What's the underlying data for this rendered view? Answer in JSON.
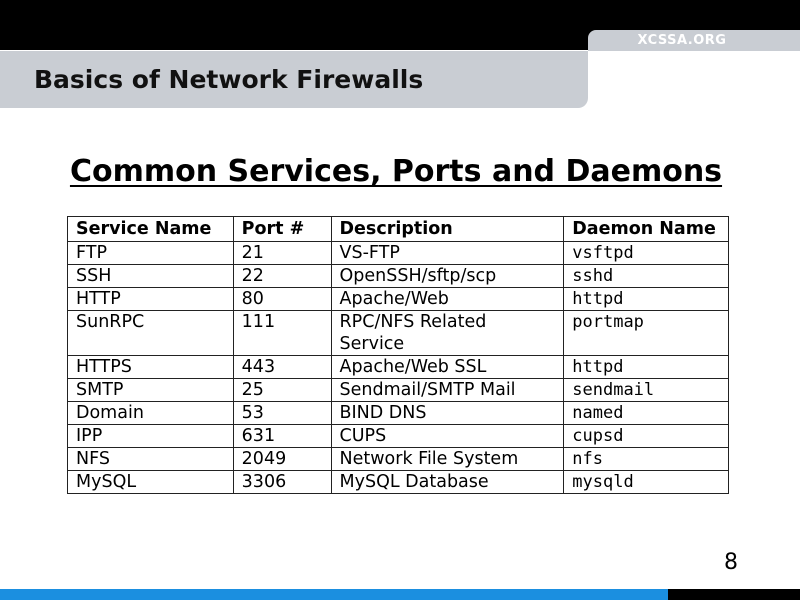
{
  "header": {
    "site_label": "XCSSA.ORG",
    "title": "Basics of Network Firewalls"
  },
  "slide": {
    "subheading": "Common Services, Ports and Daemons",
    "page_number": "8"
  },
  "table": {
    "headers": [
      "Service Name",
      "Port #",
      "Description",
      "Daemon Name"
    ],
    "rows": [
      [
        "FTP",
        "21",
        "VS-FTP",
        "vsftpd"
      ],
      [
        "SSH",
        "22",
        "OpenSSH/sftp/scp",
        "sshd"
      ],
      [
        "HTTP",
        "80",
        "Apache/Web",
        "httpd"
      ],
      [
        "SunRPC",
        "111",
        "RPC/NFS Related Service",
        "portmap"
      ],
      [
        "HTTPS",
        "443",
        "Apache/Web SSL",
        "httpd"
      ],
      [
        "SMTP",
        "25",
        "Sendmail/SMTP Mail",
        "sendmail"
      ],
      [
        "Domain",
        "53",
        "BIND DNS",
        "named"
      ],
      [
        "IPP",
        "631",
        "CUPS",
        "cupsd"
      ],
      [
        "NFS",
        "2049",
        "Network File System",
        "nfs"
      ],
      [
        "MySQL",
        "3306",
        "MySQL Database",
        "mysqld"
      ]
    ]
  },
  "colors": {
    "header_bar": "#000000",
    "title_band": "#c9cdd3",
    "accent_bar": "#1b8fe0"
  }
}
